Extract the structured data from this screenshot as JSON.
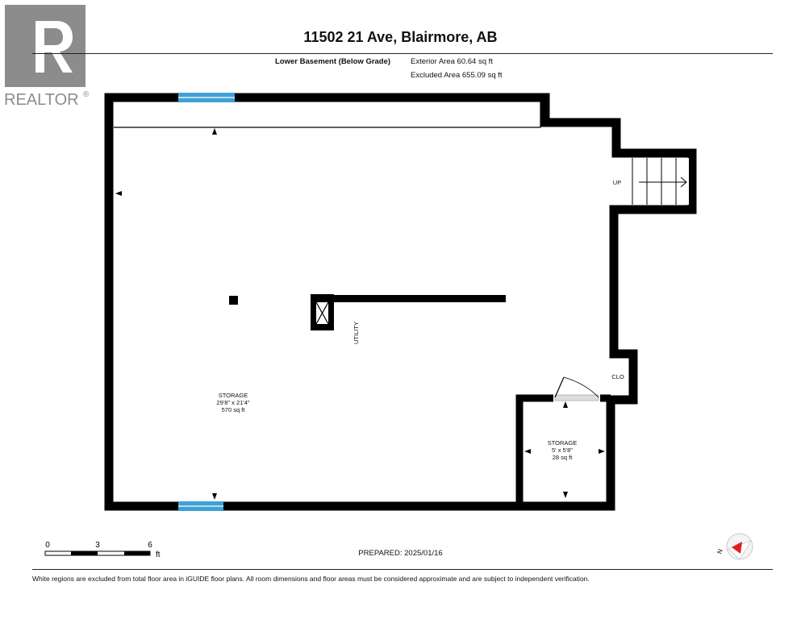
{
  "logo": {
    "text": "REALTOR",
    "mark": "®"
  },
  "title": "11502 21 Ave, Blairmore, AB",
  "level": {
    "name": "Lower Basement (Below Grade)",
    "exterior_area": "Exterior Area 60.64 sq ft",
    "excluded_area": "Excluded Area 655.09 sq ft"
  },
  "rooms": {
    "storage_main": {
      "name": "STORAGE",
      "dims": "29'8\" x 21'4\"",
      "area": "570 sq ft"
    },
    "storage_small": {
      "name": "STORAGE",
      "dims": "5' x 5'8\"",
      "area": "28 sq ft"
    },
    "utility": "UTILITY",
    "closet": "CLO",
    "stairs": "UP"
  },
  "scale": {
    "ticks": [
      "0",
      "3",
      "6"
    ],
    "unit": "ft"
  },
  "compass": {
    "label": "N",
    "accent": "#e02020"
  },
  "colors": {
    "wall": "#000000",
    "window": "#3fa1d6",
    "door_threshold": "#dddddd"
  },
  "prepared": "PREPARED: 2025/01/16",
  "disclaimer": "White regions are excluded from total floor area in iGUIDE floor plans. All room dimensions and floor areas must be considered approximate and are subject to independent verification."
}
